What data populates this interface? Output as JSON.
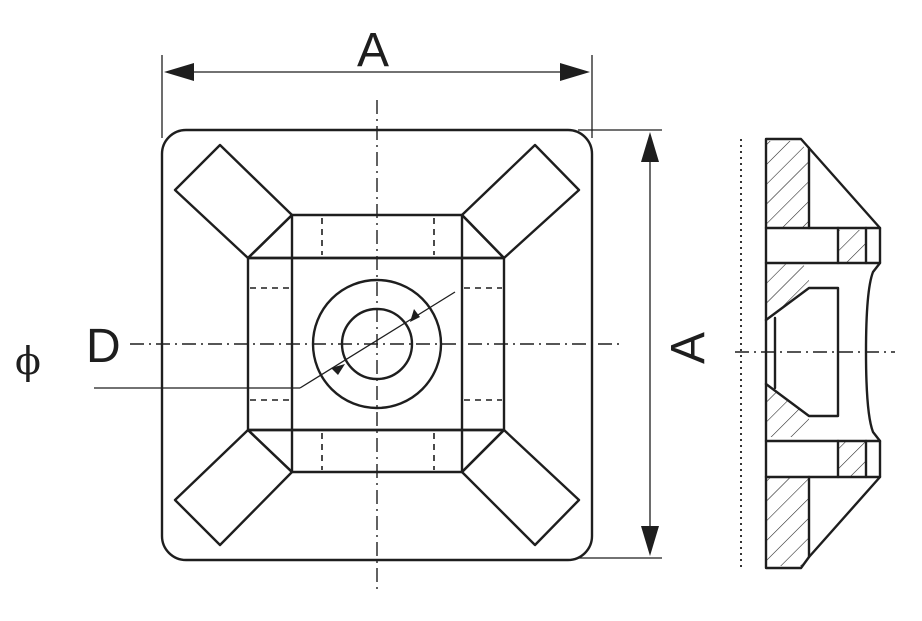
{
  "labels": {
    "width_dimension": "A",
    "height_dimension": "A",
    "diameter_symbol": "ϕ",
    "diameter_label": "D"
  }
}
